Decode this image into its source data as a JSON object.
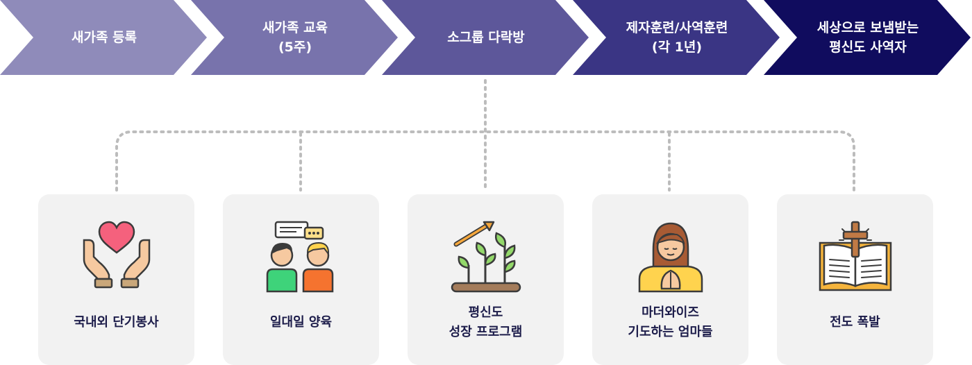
{
  "colors": {
    "step1": "#8f8bba",
    "step2": "#7873ac",
    "step3": "#5d579a",
    "step4": "#3a3584",
    "step5": "#100c5e",
    "card_bg": "#f2f2f2",
    "dots": "#bcbcbc",
    "card_text": "#1c1c4a"
  },
  "steps": [
    {
      "label": "새가족 등록"
    },
    {
      "label": "새가족 교육\n(5주)"
    },
    {
      "label": "소그룹 다락방"
    },
    {
      "label": "제자훈련/사역훈련\n(각 1년)"
    },
    {
      "label": "세상으로 보냄받는\n평신도 사역자"
    }
  ],
  "programs": [
    {
      "label": "국내외 단기봉사",
      "icon": "heart-hands-icon"
    },
    {
      "label": "일대일 양육",
      "icon": "two-people-chat-icon"
    },
    {
      "label": "평신도\n성장 프로그램",
      "icon": "growing-plants-icon"
    },
    {
      "label": "마더와이즈\n기도하는 엄마들",
      "icon": "praying-woman-icon"
    },
    {
      "label": "전도 폭발",
      "icon": "bible-cross-icon"
    }
  ]
}
